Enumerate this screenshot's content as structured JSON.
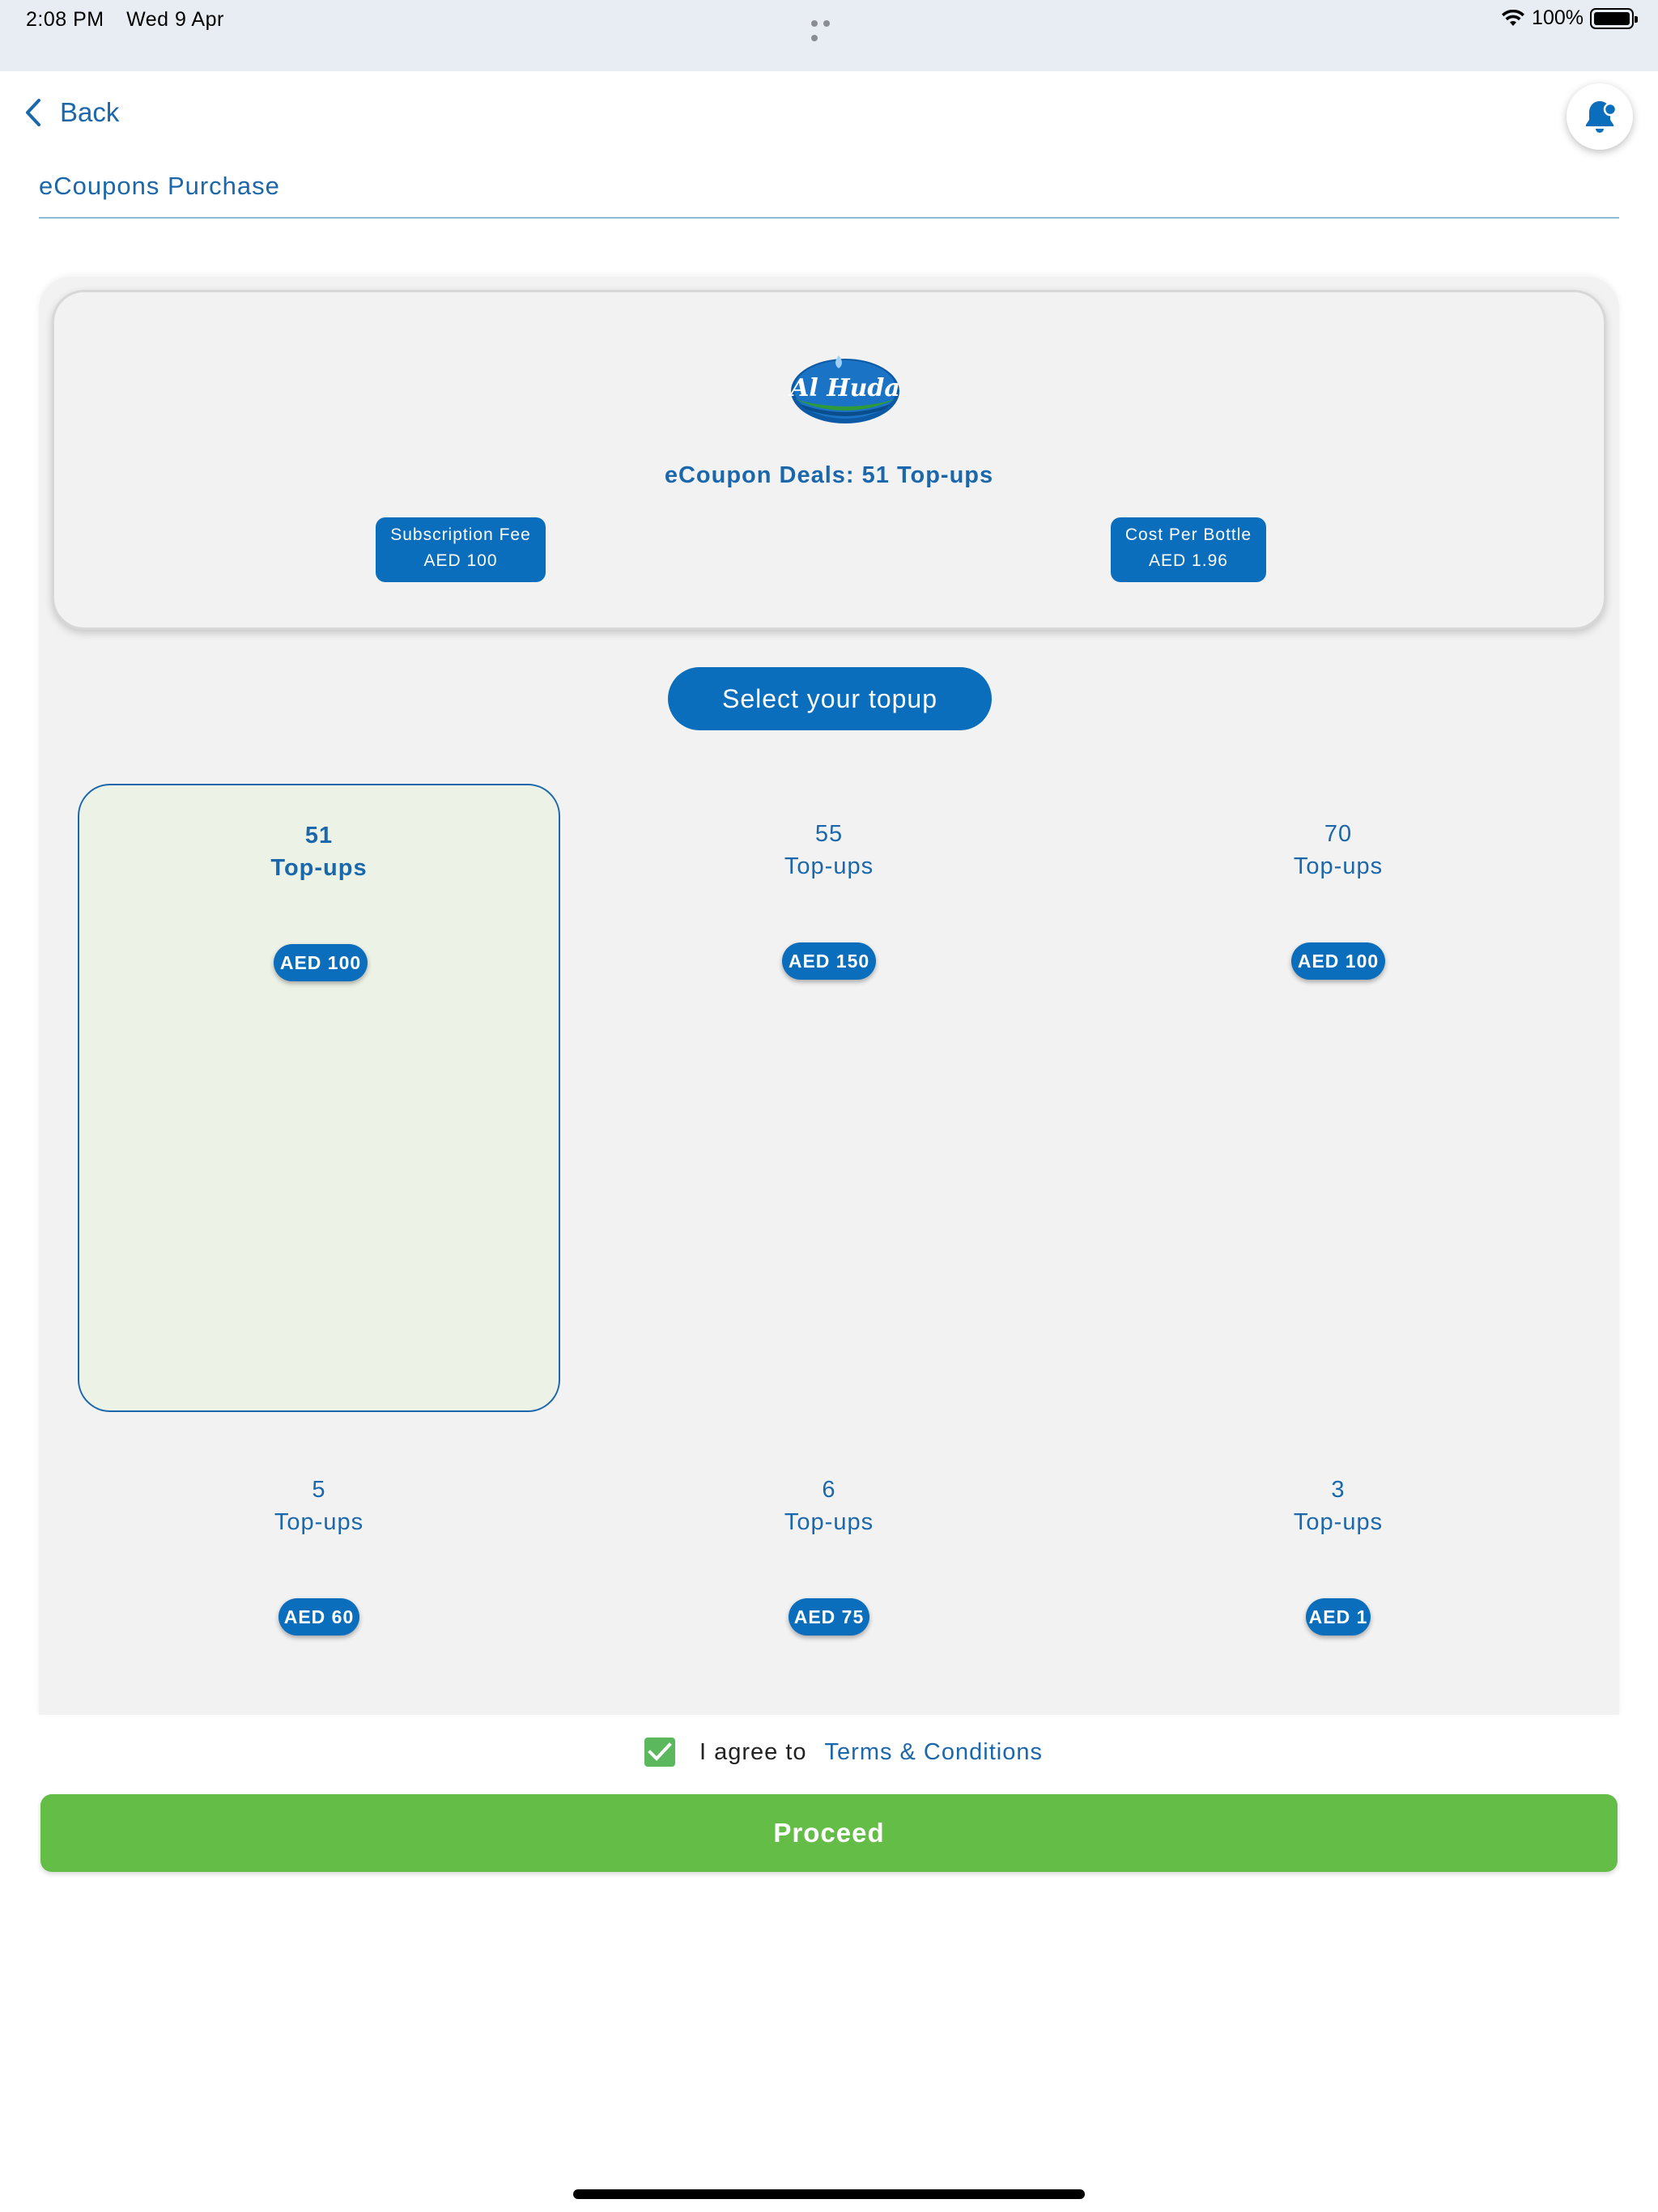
{
  "status_bar": {
    "time": "2:08 PM",
    "date": "Wed 9 Apr",
    "battery": "100%"
  },
  "header": {
    "back_label": "Back",
    "title": "eCoupons Purchase"
  },
  "deal": {
    "brand_name": "Al Huda",
    "title": "eCoupon Deals: 51 Top-ups",
    "subscription_fee_label": "Subscription Fee",
    "subscription_fee_value": "AED 100",
    "cost_per_bottle_label": "Cost Per Bottle",
    "cost_per_bottle_value": "AED 1.96"
  },
  "select_label": "Select your topup",
  "topups": [
    {
      "count": "51",
      "unit": "Top-ups",
      "price": "AED 100",
      "selected": true
    },
    {
      "count": "55",
      "unit": "Top-ups",
      "price": "AED 150",
      "selected": false
    },
    {
      "count": "70",
      "unit": "Top-ups",
      "price": "AED 100",
      "selected": false
    },
    {
      "count": "5",
      "unit": "Top-ups",
      "price": "AED 60",
      "selected": false
    },
    {
      "count": "6",
      "unit": "Top-ups",
      "price": "AED 75",
      "selected": false
    },
    {
      "count": "3",
      "unit": "Top-ups",
      "price": "AED 1",
      "selected": false
    }
  ],
  "agree": {
    "checked": true,
    "text": "I agree to",
    "link": "Terms & Conditions"
  },
  "proceed_label": "Proceed",
  "colors": {
    "primary": "#0a6ebd",
    "text_blue": "#1b67ab",
    "proceed": "#64bd47",
    "selected_bg": "#edf2e6",
    "checkbox": "#5cb85c"
  },
  "icons": {
    "back": "chevron-left-icon",
    "notifications": "bell-icon",
    "check": "check-icon"
  }
}
